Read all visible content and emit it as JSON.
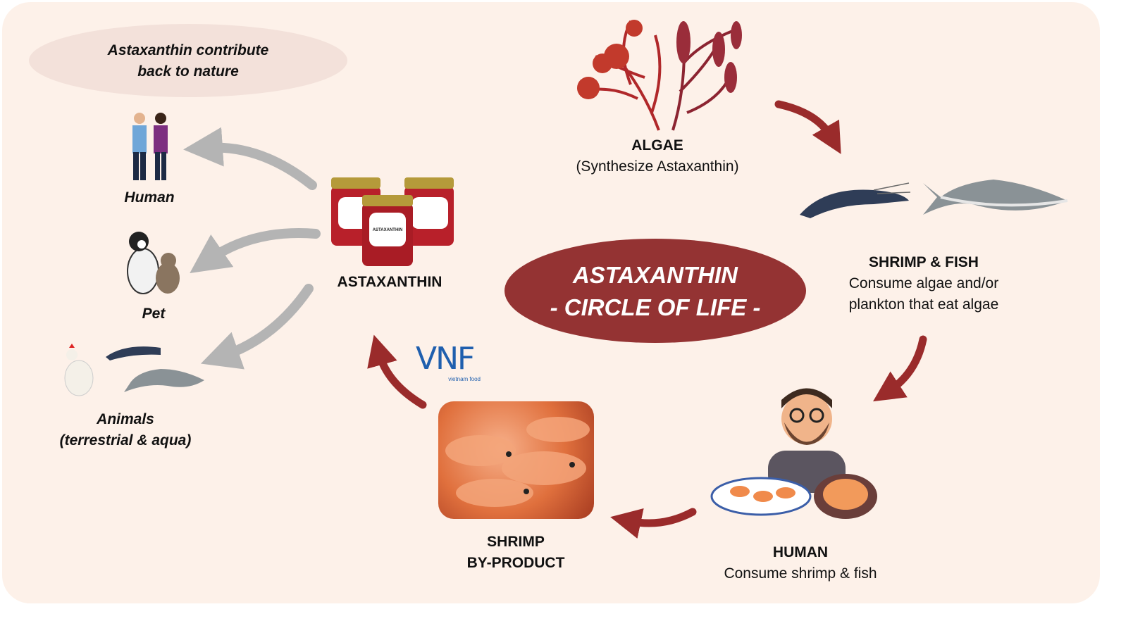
{
  "colors": {
    "background": "#fdf1e9",
    "accent": "#943333",
    "arrow_red": "#9a2b2b",
    "arrow_grey": "#b4b4b4",
    "logo": "#1f5fae",
    "note_bubble": "#f3e1da"
  },
  "note": {
    "line1": "Astaxanthin contribute",
    "line2": "back to nature"
  },
  "center": {
    "line1": "ASTAXANTHIN",
    "line2": "- CIRCLE OF LIFE -"
  },
  "nodes": {
    "algae": {
      "title": "ALGAE",
      "desc": "(Synthesize Astaxanthin)"
    },
    "shrimp_fish": {
      "title": "SHRIMP & FISH",
      "desc1": "Consume algae and/or",
      "desc2": "plankton that eat algae"
    },
    "human": {
      "title": "HUMAN",
      "desc": "Consume shrimp & fish"
    },
    "byproduct": {
      "title1": "SHRIMP",
      "title2": "BY-PRODUCT"
    },
    "astaxanthin": {
      "title": "ASTAXANTHIN",
      "jar_label": "ASTAXANTHIN"
    }
  },
  "beneficiaries": {
    "human": "Human",
    "pet": "Pet",
    "animals1": "Animals",
    "animals2": "(terrestrial & aqua)"
  },
  "logo": {
    "text": "VNF",
    "sub": "vietnam food"
  }
}
